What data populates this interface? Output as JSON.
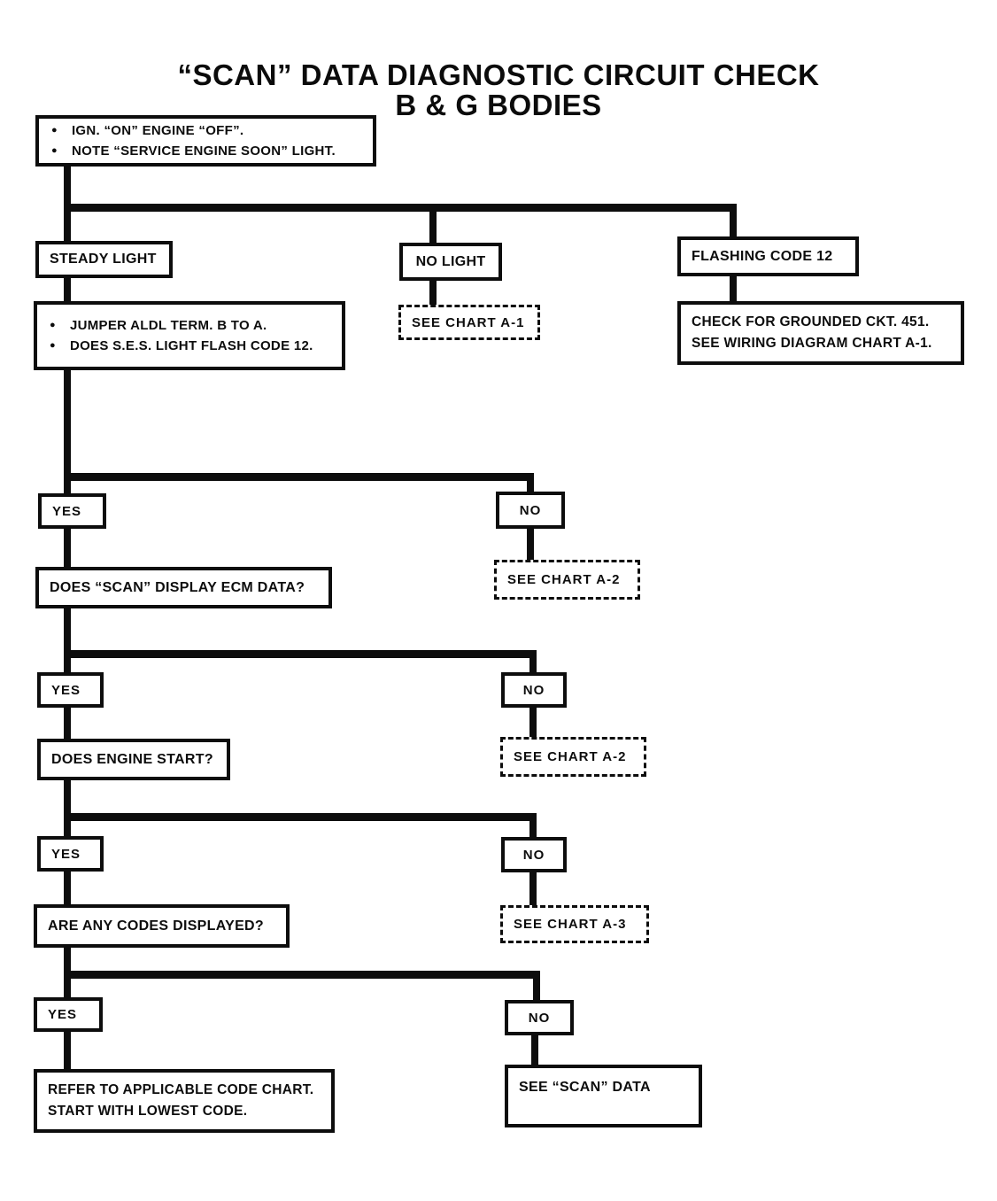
{
  "title": {
    "line1": "“SCAN” DATA DIAGNOSTIC CIRCUIT CHECK",
    "line2": "B & G BODIES"
  },
  "glyphs": {
    "bullet": "●"
  },
  "colors": {
    "ink": "#0d0d0d",
    "background": "#ffffff"
  },
  "nodes": {
    "start": {
      "bullet1": "IGN. “ON” ENGINE “OFF”.",
      "bullet2": "NOTE “SERVICE ENGINE SOON” LIGHT."
    },
    "steady_light": {
      "label": "STEADY LIGHT"
    },
    "no_light": {
      "label": "NO LIGHT"
    },
    "flashing_code_12": {
      "label": "FLASHING CODE 12"
    },
    "see_chart_a1": {
      "label": "SEE CHART A-1"
    },
    "check_grounded": {
      "line1": "CHECK FOR GROUNDED CKT. 451.",
      "line2": "SEE WIRING DIAGRAM CHART A-1."
    },
    "jumper_aldl": {
      "bullet1": "JUMPER ALDL TERM. B TO A.",
      "bullet2": "DOES S.E.S. LIGHT FLASH CODE 12."
    },
    "yes1": {
      "label": "YES"
    },
    "no1": {
      "label": "NO"
    },
    "see_chart_a2_first": {
      "label": "SEE CHART A-2"
    },
    "scan_display_ecm": {
      "label": "DOES “SCAN” DISPLAY ECM DATA?"
    },
    "yes2": {
      "label": "YES"
    },
    "no2": {
      "label": "NO"
    },
    "see_chart_a2_second": {
      "label": "SEE CHART A-2"
    },
    "engine_start": {
      "label": "DOES ENGINE START?"
    },
    "yes3": {
      "label": "YES"
    },
    "no3": {
      "label": "NO"
    },
    "see_chart_a3": {
      "label": "SEE CHART A-3"
    },
    "codes_displayed": {
      "label": "ARE ANY CODES DISPLAYED?"
    },
    "yes4": {
      "label": "YES"
    },
    "no4": {
      "label": "NO"
    },
    "refer_code_chart": {
      "line1": "REFER TO APPLICABLE CODE CHART.",
      "line2": "START WITH LOWEST CODE."
    },
    "see_scan_data": {
      "label": "SEE “SCAN” DATA"
    }
  }
}
